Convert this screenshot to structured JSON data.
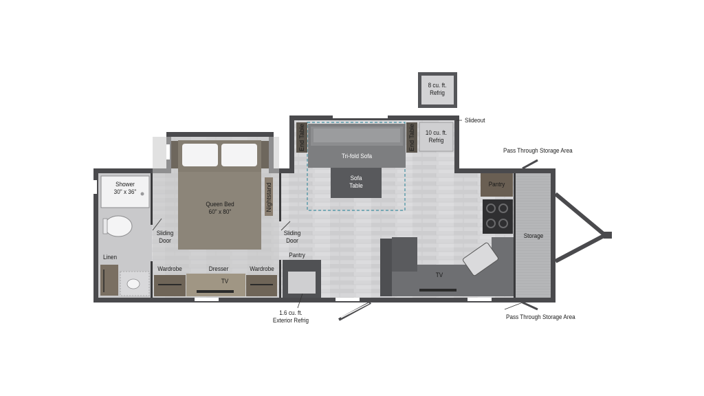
{
  "labels": {
    "fridge_8": "8 cu. ft.\nRefrig",
    "slideout": "Slideout",
    "fridge_10": "10 cu. ft.\nRefrig",
    "end_table_1": "End Table",
    "end_table_2": "End Table",
    "trifold_sofa": "Tri-fold Sofa",
    "sofa_table": "Sofa\nTable",
    "pass_through_top": "Pass Through Storage Area",
    "pass_through_bottom": "Pass Through Storage Area",
    "pantry_kitchen": "Pantry",
    "storage": "Storage",
    "shower": "Shower\n30\" x 36\"",
    "queen_bed": "Queen Bed\n60\" x 80\"",
    "nightstand": "Nightstand",
    "sliding_door_left": "Sliding\nDoor",
    "sliding_door_right": "Sliding\nDoor",
    "linen": "Linen",
    "wardrobe_left": "Wardrobe",
    "dresser": "Dresser",
    "wardrobe_right": "Wardrobe",
    "tv_bedroom": "TV",
    "pantry_front": "Pantry",
    "tv_living": "TV",
    "exterior_fridge": "1.6 cu. ft.\nExterior Refrig"
  },
  "colors": {
    "wall": "#4a4a4d",
    "floor_living": "#d5d5d6",
    "floor_bath": "#c8c8ca",
    "bed": "#8c8579",
    "sofa": "#7d7e80",
    "sofa_table": "#58595c",
    "slide_outline": "#3f8ea0",
    "storage": "#a7a8aa"
  }
}
